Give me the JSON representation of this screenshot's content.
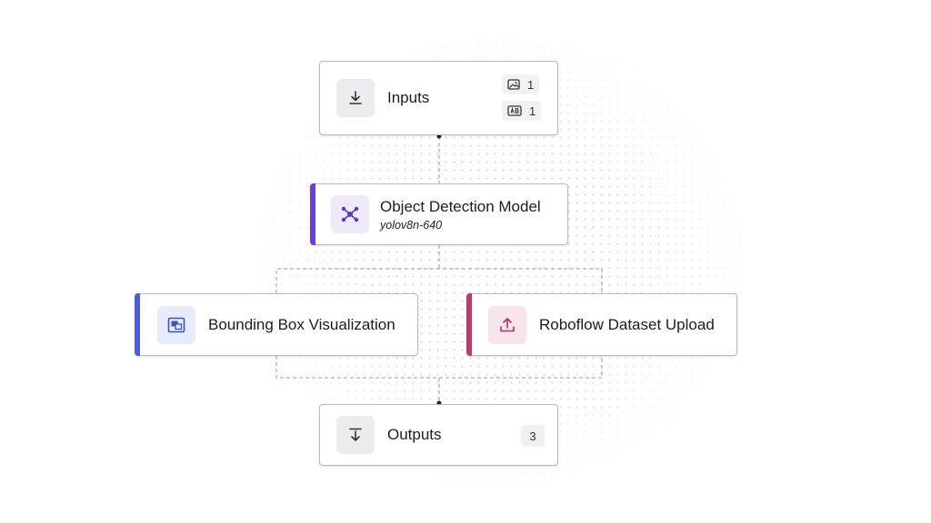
{
  "nodes": {
    "inputs": {
      "title": "Inputs",
      "image_count": "1",
      "param_count": "1"
    },
    "model": {
      "title": "Object Detection Model",
      "subtitle": "yolov8n-640",
      "accent_color": "#6c3fd6",
      "icon_bg": "#efeaf9",
      "icon_color": "#5b38c4"
    },
    "bbox_vis": {
      "title": "Bounding Box Visualization",
      "accent_color": "#4a5fd6",
      "icon_bg": "#e6ecfb",
      "icon_color": "#3b4fc2"
    },
    "dataset_upload": {
      "title": "Roboflow Dataset Upload",
      "accent_color": "#c0396b",
      "icon_bg": "#f7e4ec",
      "icon_color": "#b3305f"
    },
    "outputs": {
      "title": "Outputs",
      "count": "3"
    }
  },
  "icons": {
    "inputs": "download-icon",
    "model": "network-graph-icon",
    "bbox_vis": "bounding-box-image-icon",
    "dataset_upload": "upload-icon",
    "outputs": "download-line-icon",
    "image_badge": "image-icon",
    "param_badge": "text-param-icon"
  }
}
